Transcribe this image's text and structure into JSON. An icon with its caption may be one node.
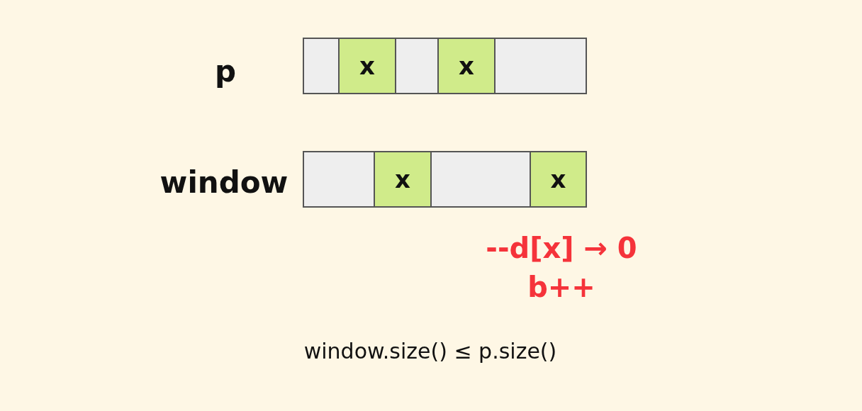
{
  "diagram": {
    "nodes": [
      {
        "text": [],
        "shape": "box"
      },
      {
        "text": [
          "x"
        ]
      },
      {
        "text": [],
        "shape": "box"
      },
      {
        "text": [
          "x"
        ]
      },
      {
        "text": [],
        "shape": "box"
      },
      {
        "text": [],
        "shape": "box"
      },
      {
        "text": [
          "x"
        ]
      },
      {
        "text": [],
        "shape": "box"
      },
      {
        "text": [
          "x"
        ]
      }
    ],
    "labels": [
      "p",
      "window",
      "--d[x] → 0",
      "b++",
      "window.size() ≤ p.size()"
    ]
  }
}
